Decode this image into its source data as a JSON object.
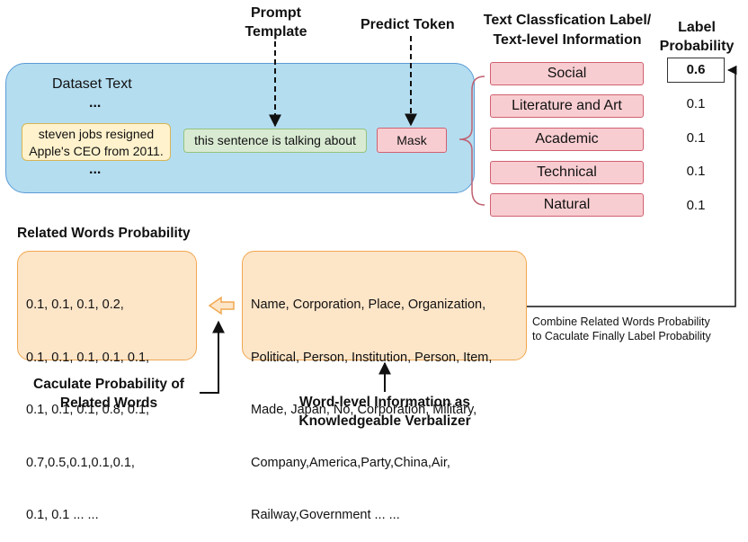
{
  "headers": {
    "prompt_template": [
      "Prompt",
      "Template"
    ],
    "predict_token": "Predict Token",
    "text_classification": [
      "Text Classfication Label/",
      "Text-level Information"
    ],
    "label_probability": [
      "Label",
      "Probability"
    ]
  },
  "dataset": {
    "title": "Dataset Text",
    "ellipsis_top": "...",
    "ellipsis_bottom": "...",
    "sample_text": [
      "steven jobs resigned",
      "Apple's CEO from 2011."
    ],
    "template_text": "this sentence is talking about",
    "mask_label": "Mask"
  },
  "labels": [
    {
      "name": "Social",
      "probability": "0.6"
    },
    {
      "name": "Literature and Art",
      "probability": "0.1"
    },
    {
      "name": "Academic",
      "probability": "0.1"
    },
    {
      "name": "Technical",
      "probability": "0.1"
    },
    {
      "name": "Natural",
      "probability": "0.1"
    }
  ],
  "related_words_probability": {
    "title": "Related Words Probability",
    "lines": [
      "0.1, 0.1, 0.1, 0.2,",
      "0.1, 0.1, 0.1, 0.1, 0.1,",
      "0.1, 0.1, 0.1, 0.8, 0.1,",
      "0.7,0.5,0.1,0.1,0.1,",
      "0.1, 0.1 ... ..."
    ]
  },
  "verbalizer_words": {
    "lines": [
      "Name, Corporation, Place, Organization,",
      "Political, Person, Institution, Person, Item,",
      "Made, Japan, No, Corporation, Military,",
      "Company,America,Party,China,Air,",
      "Railway,Government ... ..."
    ]
  },
  "captions": {
    "combine": [
      "Combine Related Words Probability",
      "to Caculate Finally Label Probability"
    ],
    "calculate": [
      "Caculate Probability of",
      "Related Words"
    ],
    "word_level": [
      "Word-level Information as",
      "Knowledgeable Verbalizer"
    ]
  },
  "colors": {
    "dataset_panel": "#b4ddf0",
    "label_fill": "#f8cdd1",
    "template_fill": "#d9ead3",
    "sample_fill": "#fff2cc",
    "orange_fill": "#fde5c8"
  }
}
